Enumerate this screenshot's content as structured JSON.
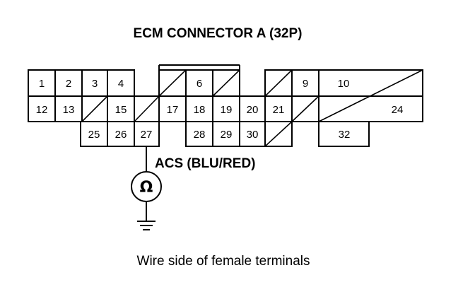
{
  "title": "ECM CONNECTOR A (32P)",
  "wire_label": "ACS (BLU/RED)",
  "caption": "Wire side of female terminals",
  "meter_symbol": "Ω",
  "icons": {
    "ohmmeter": "ohmmeter-icon",
    "ground": "ground-icon"
  },
  "connector": {
    "pins": [
      "1",
      "2",
      "3",
      "4",
      "6",
      "9",
      "10",
      "12",
      "13",
      "15",
      "17",
      "18",
      "19",
      "20",
      "21",
      "24",
      "25",
      "26",
      "27",
      "28",
      "29",
      "30",
      "32"
    ]
  }
}
